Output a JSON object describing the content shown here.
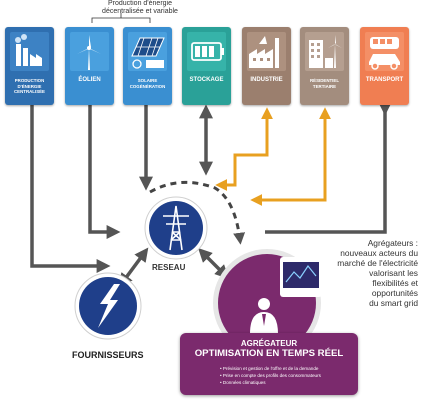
{
  "top_label": {
    "line1": "Production d'énergie",
    "line2": "décentralisée et variable"
  },
  "tiles": [
    {
      "id": "centralisee",
      "label": "PRODUCTION D'ÉNERGIE CENTRALISÉE",
      "color": "#2f6fb0",
      "icon": "factory-icon"
    },
    {
      "id": "eolien",
      "label": "ÉOLIEN",
      "color": "#3a8fd1",
      "icon": "wind-turbine-icon"
    },
    {
      "id": "solaire",
      "label": "SOLAIRE COGÉNÉRATION",
      "color": "#3a8fd1",
      "icon": "solar-panel-icon"
    },
    {
      "id": "stockage",
      "label": "STOCKAGE",
      "color": "#2aa198",
      "icon": "battery-icon"
    },
    {
      "id": "industrie",
      "label": "INDUSTRIE",
      "color": "#9b7f6e",
      "icon": "industry-icon"
    },
    {
      "id": "residentiel",
      "label": "RÉSIDENTIEL TERTIAIRE",
      "color": "#a38d7e",
      "icon": "building-icon"
    },
    {
      "id": "transport",
      "label": "TRANSPORT",
      "color": "#f07e52",
      "icon": "transport-icon"
    }
  ],
  "reseau": {
    "label": "RESEAU",
    "icon": "pylon-icon",
    "color": "#1f3f8a"
  },
  "fournisseurs": {
    "label": "FOURNISSEURS",
    "icon": "lightning-icon",
    "color": "#1f3f8a"
  },
  "agregateurs_text": {
    "lines": [
      "Agrégateurs :",
      "nouveaux acteurs du",
      "marché de l'électricité",
      "valorisant les",
      "flexibilités et",
      "opportunités",
      "du smart grid"
    ]
  },
  "aggregator": {
    "title_line1": "AGRÉGATEUR",
    "title_line2": "OPTIMISATION EN TEMPS RÉEL",
    "bullets": [
      "Prévision et gestion de l'offre et de la demande",
      "Prise en compte des profils des consommateurs",
      "Données climatiques"
    ],
    "color": "#7b2a6d",
    "icons": [
      "monitor-icon",
      "person-icon"
    ]
  },
  "colors": {
    "arrow_gray": "#555555",
    "arrow_orange": "#e8a020",
    "accent": "#7b2a6d"
  }
}
